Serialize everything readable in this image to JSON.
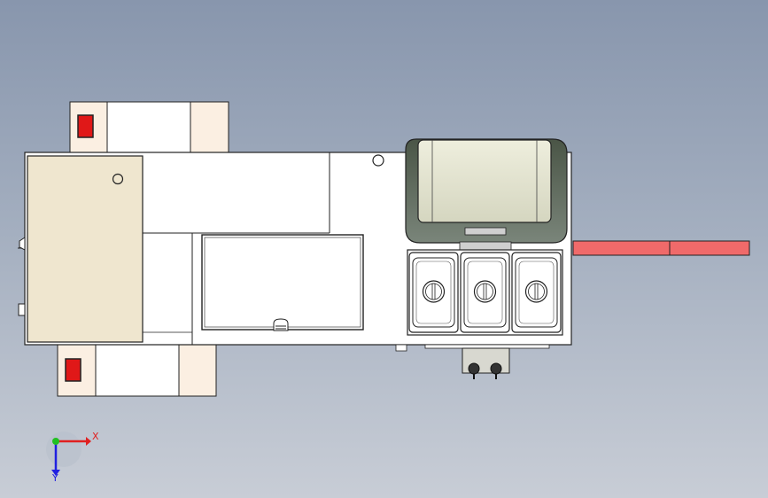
{
  "viewport": {
    "background_top": "#8896ad",
    "background_bottom": "#c8cdd6"
  },
  "colors": {
    "outline": "#222222",
    "body_fill": "#ffffff",
    "beige_panel": "#efe6cf",
    "cream_side": "#fbefe2",
    "red_switch": "#e01818",
    "fryer_fill": "#dfe0cc",
    "fryer_shadow": "#5d6a5e",
    "side_shelf": "#f06a6a"
  },
  "icons": {
    "port_hole": "circle-icon",
    "drain_knob": "knob-icon",
    "lid_handle": "handle-icon"
  },
  "pans": {
    "count": 3
  },
  "triad": {
    "x_label": "X",
    "y_label": "Y",
    "x_color": "#e02020",
    "y_color": "#20c020",
    "z_color": "#2020e0"
  }
}
